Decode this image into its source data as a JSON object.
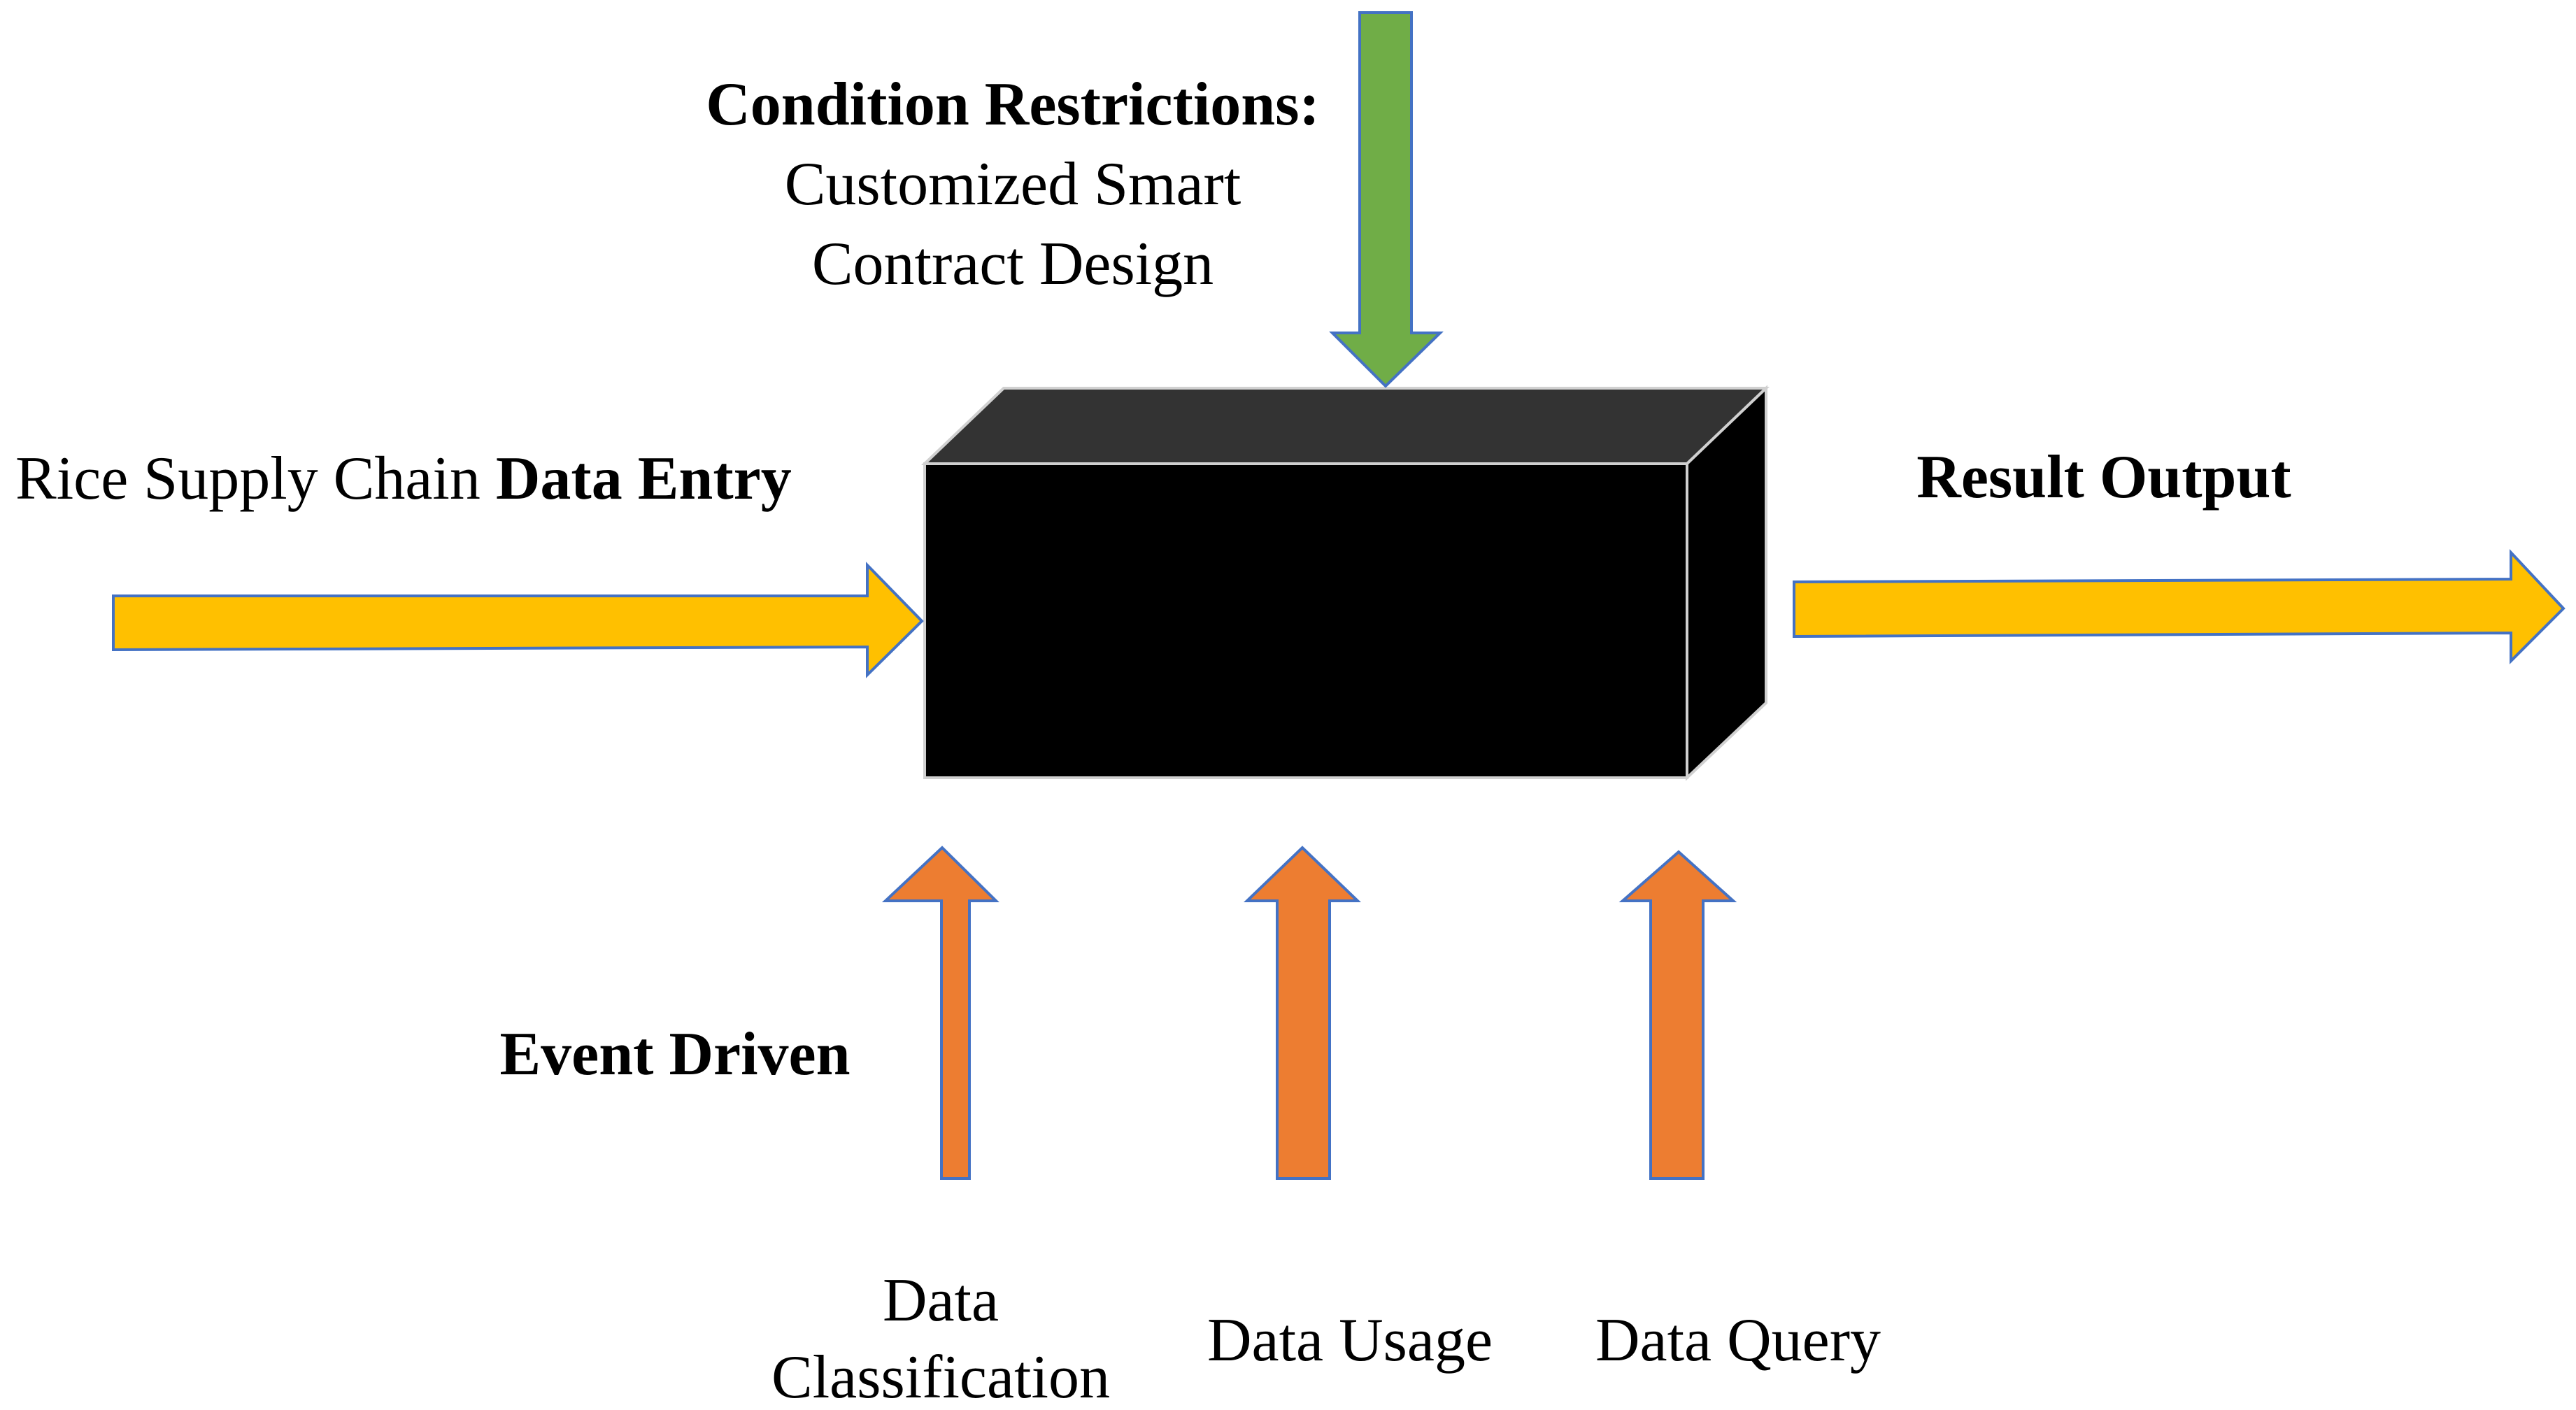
{
  "condition": {
    "title": "Condition Restrictions:",
    "line1": "Customized Smart",
    "line2": "Contract Design"
  },
  "input": {
    "prefix": "Rice Supply Chain ",
    "bold": "Data Entry"
  },
  "output": {
    "label": "Result Output"
  },
  "events": {
    "label": "Event Driven",
    "items": [
      {
        "line1": "Data",
        "line2": "Classification"
      },
      {
        "line1": "Data Usage"
      },
      {
        "line1": "Data Query"
      }
    ]
  },
  "colors": {
    "box_front": "#000000",
    "box_top": "#333333",
    "box_outline": "#d0d0d0",
    "arrow_green": "#70ad47",
    "arrow_yellow": "#ffc000",
    "arrow_orange": "#ed7d31",
    "arrow_outline": "#4472c4"
  }
}
